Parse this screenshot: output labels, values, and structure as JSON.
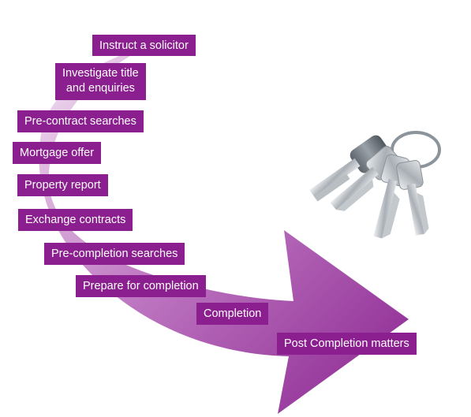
{
  "colors": {
    "label_background": "#8b1f8f",
    "label_text": "#ffffff",
    "arrow_light": "#f1e1f1",
    "arrow_dark": "#8e2a93",
    "key_metal": "#c7ccd0"
  },
  "steps": [
    {
      "label": "Instruct a solicitor"
    },
    {
      "label": "Investigate title\nand enquiries"
    },
    {
      "label": "Pre-contract searches"
    },
    {
      "label": "Mortgage offer"
    },
    {
      "label": "Property report"
    },
    {
      "label": "Exchange contracts"
    },
    {
      "label": "Pre-completion searches"
    },
    {
      "label": "Prepare for completion"
    },
    {
      "label": "Completion"
    },
    {
      "label": "Post Completion matters"
    }
  ],
  "icons": {
    "arrow": "curved-process-arrow",
    "keys": "keyring-icon"
  }
}
